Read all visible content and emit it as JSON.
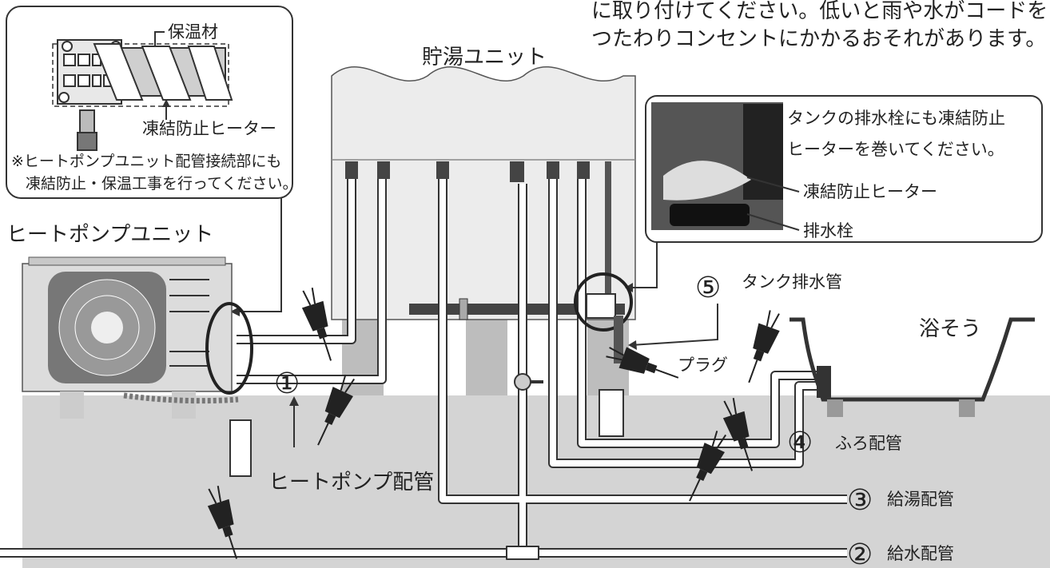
{
  "top_note": {
    "line1": "に取り付けてください。低いと雨や水がコードを",
    "line2": "つたわりコンセントにかかるおそれがあります。"
  },
  "callout_left": {
    "insulation": "保温材",
    "heater": "凍結防止ヒーター",
    "note_line1": "※ヒートポンプユニット配管接続部にも",
    "note_line2": "凍結防止・保温工事を行ってください。"
  },
  "callout_right": {
    "line1": "タンクの排水栓にも凍結防止",
    "line2": "ヒーターを巻いてください。",
    "heater": "凍結防止ヒーター",
    "drain_plug": "排水栓"
  },
  "labels": {
    "storage_unit": "貯湯ユニット",
    "heat_pump_unit": "ヒートポンプユニット",
    "heat_pump_piping": "ヒートポンプ配管",
    "plug": "プラグ",
    "bathtub": "浴そう"
  },
  "numbered_items": [
    {
      "num": "①",
      "label": ""
    },
    {
      "num": "②",
      "label": "給水配管"
    },
    {
      "num": "③",
      "label": "給湯配管"
    },
    {
      "num": "④",
      "label": "ふろ配管"
    },
    {
      "num": "⑤",
      "label": "タンク排水管"
    }
  ]
}
